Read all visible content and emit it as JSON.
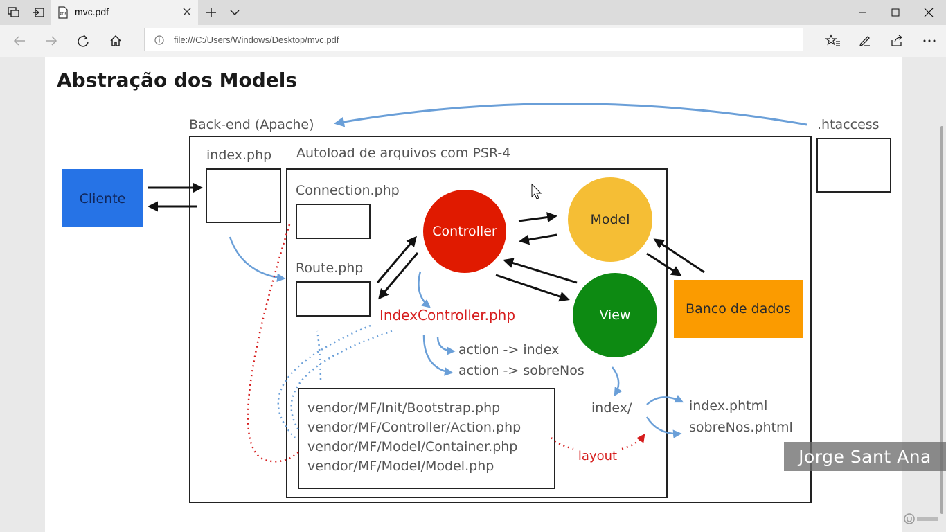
{
  "browser": {
    "tab_title": "mvc.pdf",
    "url": "file:///C:/Users/Windows/Desktop/mvc.pdf"
  },
  "slide": {
    "title": "Abstração dos Models",
    "backend_label": "Back-end (Apache)",
    "htaccess_label": ".htaccess",
    "autoload_label": "Autoload de arquivos com PSR-4",
    "index_php_label": "index.php",
    "connection_label": "Connection.php",
    "route_label": "Route.php",
    "client_label": "Cliente",
    "controller_label": "Controller",
    "model_label": "Model",
    "view_label": "View",
    "database_label": "Banco de dados",
    "index_controller_label": "IndexController.php",
    "action_index": "action -> index",
    "action_sobrenos": "action -> sobreNos",
    "index_dir": "index/",
    "index_phtml": "index.phtml",
    "sobrenos_phtml": "sobreNos.phtml",
    "vendor_files": [
      "vendor/MF/Init/Bootstrap.php",
      "vendor/MF/Controller/Action.php",
      "vendor/MF/Model/Container.php",
      "vendor/MF/Model/Model.php"
    ],
    "layout_label": "layout"
  },
  "watermark": "Jorge Sant Ana",
  "colors": {
    "client": "#2673e6",
    "controller": "#e01a00",
    "model": "#f5be35",
    "view": "#0d8a12",
    "database": "#fb9b00",
    "blue_arrow": "#6a9fd8",
    "red_dotted": "#d61d1d"
  }
}
